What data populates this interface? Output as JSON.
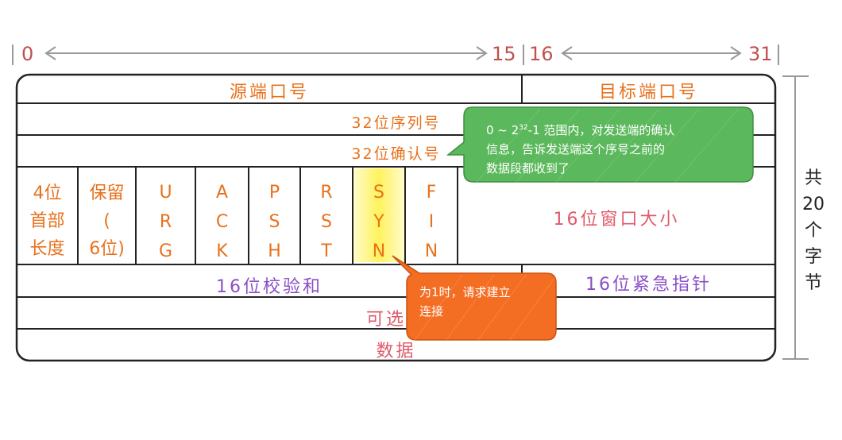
{
  "bit_ruler": {
    "b0": "0",
    "b15": "15",
    "b16": "16",
    "b31": "31"
  },
  "header": {
    "src_port": "源端口号",
    "dst_port": "目标端口号",
    "seq": "32位序列号",
    "ack_num": "32位确认号",
    "hdr_len": [
      "4位",
      "首部",
      "长度"
    ],
    "reserved": [
      "保留",
      "(",
      "6位)"
    ],
    "flags": [
      {
        "letters": [
          "U",
          "R",
          "G"
        ]
      },
      {
        "letters": [
          "A",
          "C",
          "K"
        ]
      },
      {
        "letters": [
          "P",
          "S",
          "H"
        ]
      },
      {
        "letters": [
          "R",
          "S",
          "T"
        ]
      },
      {
        "letters": [
          "S",
          "Y",
          "N"
        ]
      },
      {
        "letters": [
          "F",
          "I",
          "N"
        ]
      }
    ],
    "window": "16位窗口大小",
    "checksum": "16位校验和",
    "urgent": "16位紧急指针",
    "options": "可选项",
    "data": "数据"
  },
  "side_label": [
    "共",
    "20",
    "个",
    "字",
    "节"
  ],
  "callout_green": {
    "text_a": "0 ~ 2",
    "sup": "32",
    "text_b": "-1 范围内，对发送端的确认",
    "line2": "信息，告诉发送端这个序号之前的",
    "line3": "数据段都收到了"
  },
  "callout_orange": {
    "line1": "为1时，请求建立",
    "line2": "连接"
  },
  "colors": {
    "ink": "#222222",
    "orange_text": "#e8711c",
    "red_text": "#e05a6a",
    "purple_text": "#8a4fc7",
    "ruler": "#c0504d",
    "syn_highlight": "#fff35c",
    "green_callout": "#5cb85c",
    "orange_callout": "#f36d22"
  }
}
